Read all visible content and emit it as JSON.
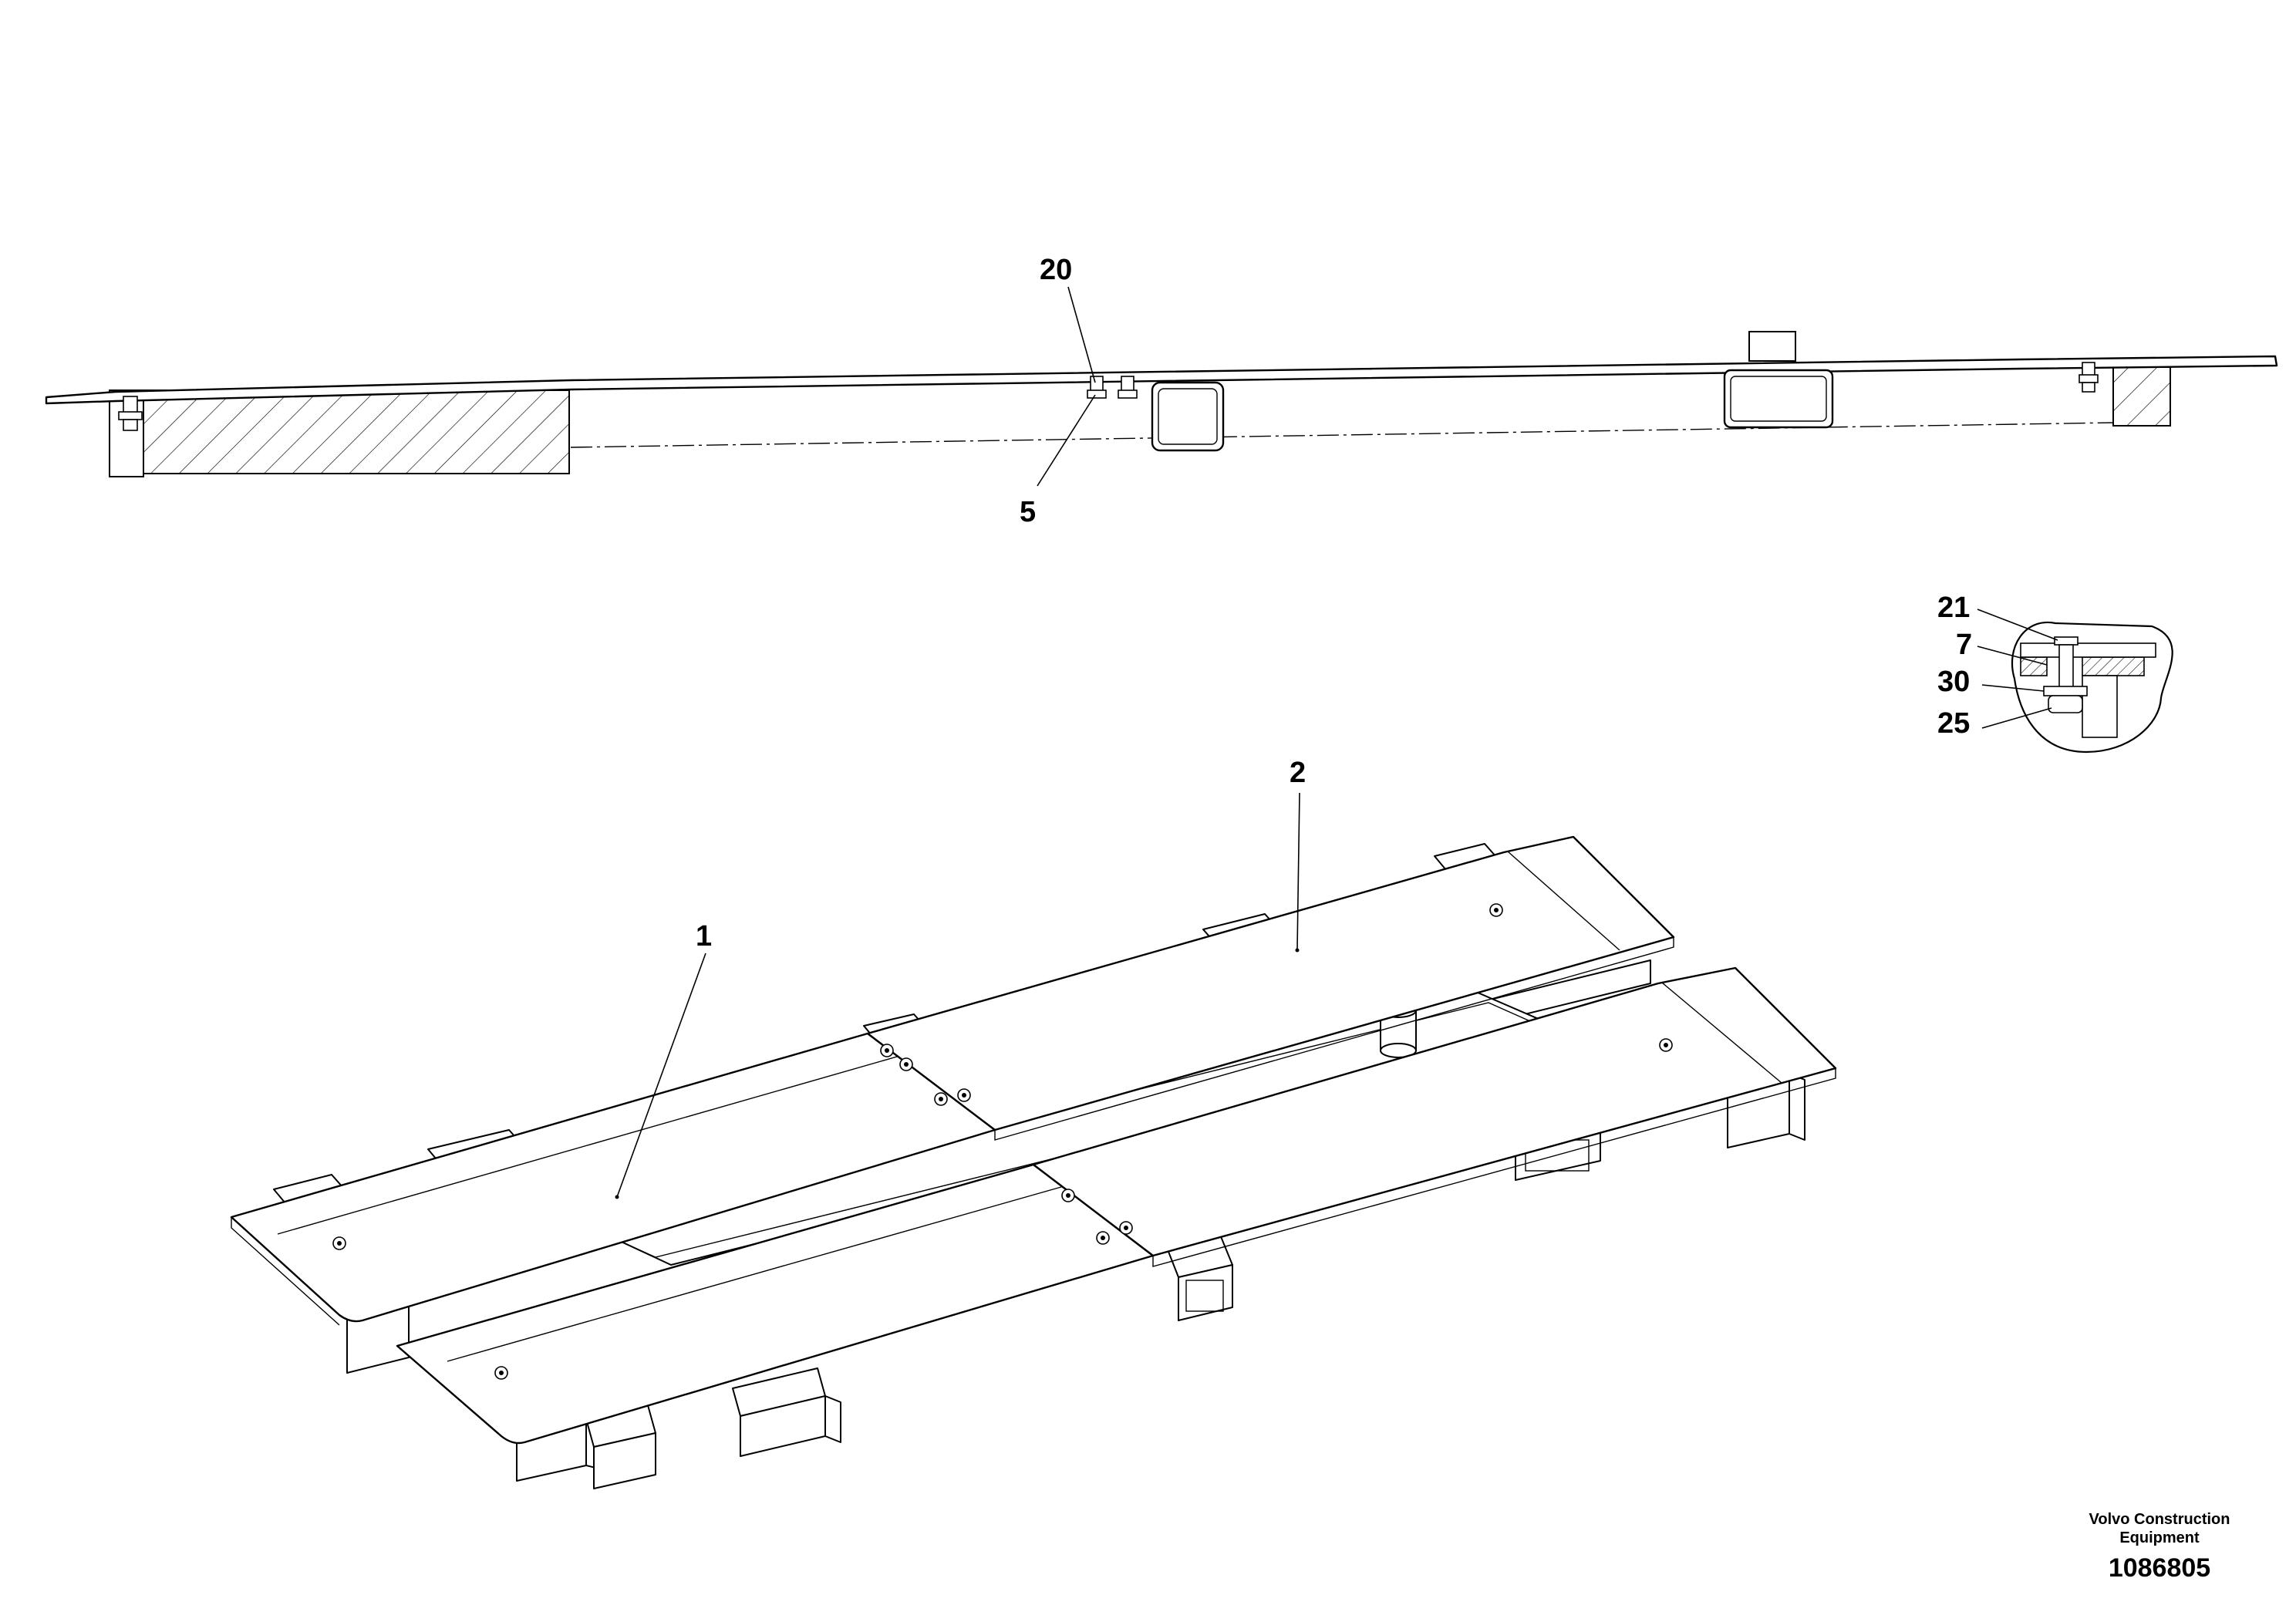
{
  "callouts": {
    "c20": "20",
    "c5": "5",
    "c21": "21",
    "c7": "7",
    "c30": "30",
    "c25": "25",
    "c1": "1",
    "c2": "2"
  },
  "footer": {
    "company_line1": "Volvo Construction",
    "company_line2": "Equipment",
    "document_number": "1086805"
  }
}
